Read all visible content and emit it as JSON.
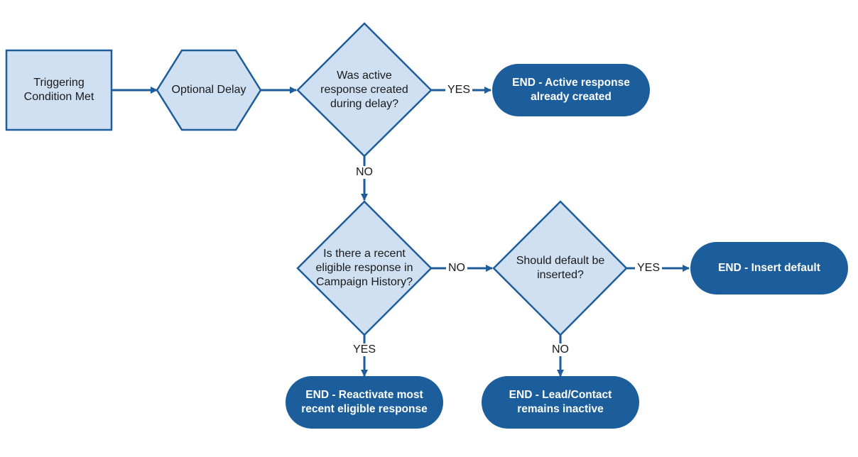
{
  "colors": {
    "node_fill": "#cfe0f2",
    "node_stroke": "#1e5d99",
    "terminal_fill": "#1c5e9c",
    "connector": "#1e5d99"
  },
  "nodes": {
    "trigger": "Triggering\nCondition Met",
    "delay": "Optional Delay",
    "decision_active": "Was active\nresponse created\nduring delay?",
    "end_active": "END - Active response\nalready created",
    "decision_recent": "Is there a recent\neligible response in\nCampaign History?",
    "decision_default": "Should default be\ninserted?",
    "end_insert": "END - Insert default",
    "end_reactivate": "END - Reactivate most\nrecent eligible response",
    "end_inactive": "END - Lead/Contact\nremains inactive"
  },
  "edge_labels": {
    "active_yes": "YES",
    "active_no": "NO",
    "recent_no": "NO",
    "recent_yes": "YES",
    "default_yes": "YES",
    "default_no": "NO"
  }
}
